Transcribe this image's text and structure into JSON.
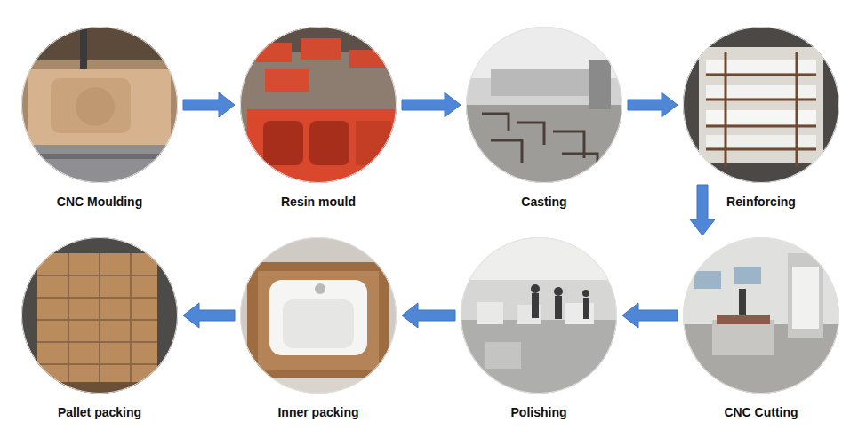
{
  "diagram": {
    "nodes": [
      {
        "text": [
          "CNC Moulding"
        ]
      },
      {
        "text": [
          "Resin mould"
        ]
      },
      {
        "text": [
          "Casting"
        ]
      },
      {
        "text": [
          "Reinforcing"
        ]
      },
      {
        "text": [
          "Pallet packing"
        ]
      },
      {
        "text": [
          "Inner packing"
        ]
      },
      {
        "text": [
          "Polishing"
        ]
      },
      {
        "text": [
          "CNC Cutting"
        ]
      }
    ],
    "edges": [
      {
        "from": 0,
        "to": 1,
        "arrow": "to"
      },
      {
        "from": 1,
        "to": 2,
        "arrow": "to"
      },
      {
        "from": 2,
        "to": 3,
        "arrow": "to"
      },
      {
        "from": 3,
        "to": 7,
        "arrow": "to"
      },
      {
        "from": 7,
        "to": 6,
        "arrow": "to"
      },
      {
        "from": 6,
        "to": 5,
        "arrow": "to"
      },
      {
        "from": 5,
        "to": 4,
        "arrow": "to"
      }
    ]
  }
}
